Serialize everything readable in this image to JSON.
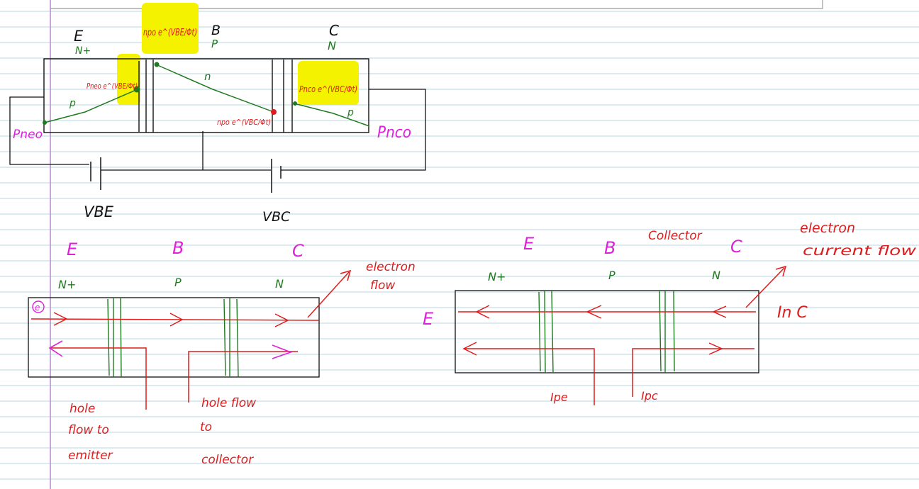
{
  "colors": {
    "rule": "#b9d7e6",
    "margin": "#b58ac9",
    "green": "#1f7a1f",
    "red": "#e01b1b",
    "magenta": "#e020d8",
    "black": "#111111",
    "highlight": "#f5f200"
  },
  "top": {
    "emitter": {
      "letter": "E",
      "type": "N+"
    },
    "base": {
      "letter": "B",
      "type": "P"
    },
    "collector": {
      "letter": "C",
      "type": "N"
    },
    "emitter_profile": "p",
    "base_profile": "n",
    "collector_profile": "p",
    "boundary_emitter": "Pneo e^(VBE/Φt)",
    "boundary_base_left": "npo e^(VBE/Φt)",
    "boundary_base_right": "npo e^(VBC/Φt)",
    "boundary_collector": "Pnco e^(VBC/Φt)",
    "left_eq": "Pneo",
    "right_eq": "Pnco",
    "vbe": "VBE",
    "vbc": "VBC"
  },
  "left": {
    "e": "E",
    "b": "B",
    "c": "C",
    "e_type": "N+",
    "b_type": "P",
    "c_type": "N",
    "electron_symbol": "e",
    "electron_flow": [
      "electron",
      "flow"
    ],
    "hole_emitter": [
      "hole",
      "flow to",
      "emitter"
    ],
    "hole_collector": [
      "hole flow",
      "to",
      "collector"
    ]
  },
  "right": {
    "e": "E",
    "b": "B",
    "c": "C",
    "collector_word": "Collector",
    "e_type": "N+",
    "b_type": "P",
    "c_type": "N",
    "side_e": "E",
    "electron_current": [
      "electron",
      "current flow"
    ],
    "in_c": "In C",
    "ipe": "Ipe",
    "ipc": "Ipc"
  }
}
